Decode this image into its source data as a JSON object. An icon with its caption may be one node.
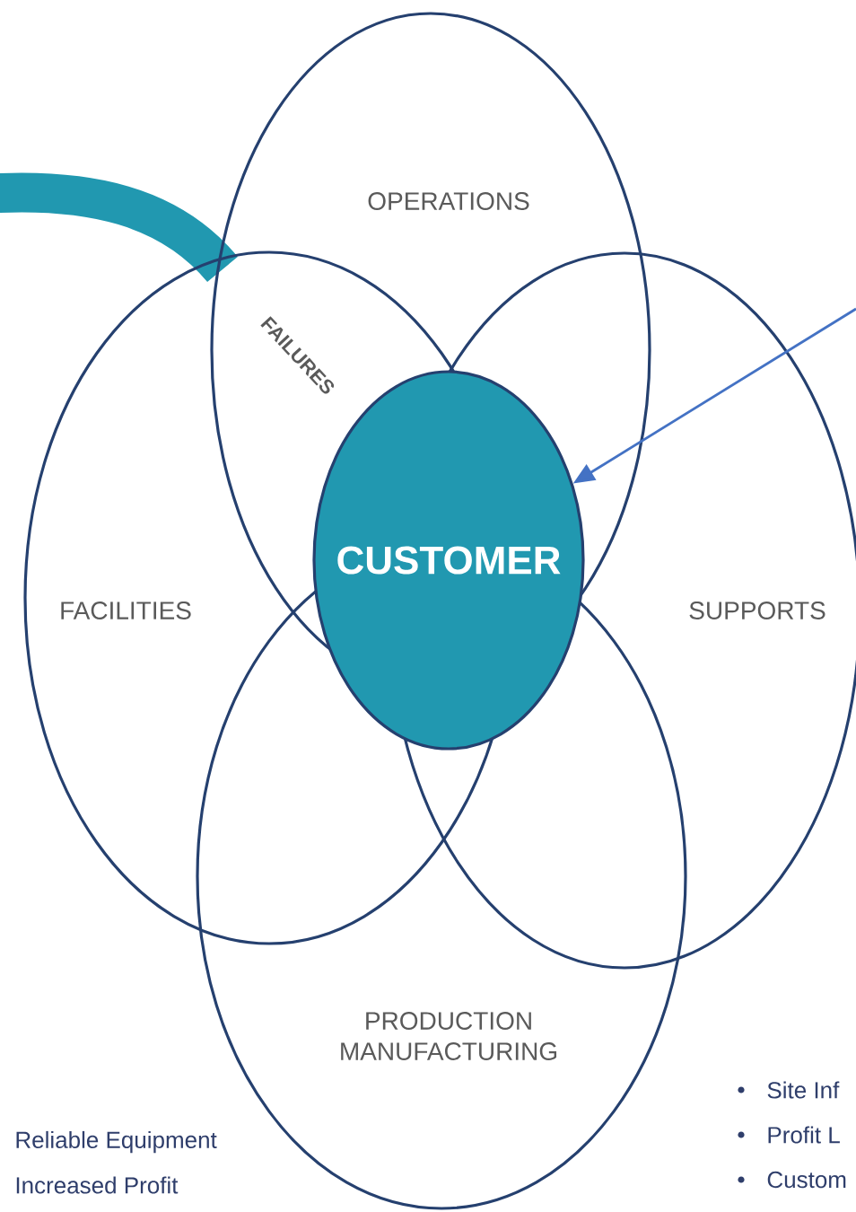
{
  "diagram": {
    "nodes": [
      {
        "text": [
          "OPERATIONS"
        ]
      },
      {
        "text": [
          "FACILITIES"
        ]
      },
      {
        "text": [
          "SUPPORTS"
        ]
      },
      {
        "text": [
          "PRODUCTION MANUFACTURING"
        ]
      },
      {
        "text": [
          "CUSTOMER"
        ]
      }
    ],
    "edges": [
      {
        "from": null,
        "to": 4,
        "arrow": "to",
        "color": "#4472c4"
      }
    ],
    "labels": [
      "FAILURES",
      "Reliable Equipment",
      "Increased Profit",
      "Site Inf",
      "Profit L",
      "Custom"
    ]
  }
}
